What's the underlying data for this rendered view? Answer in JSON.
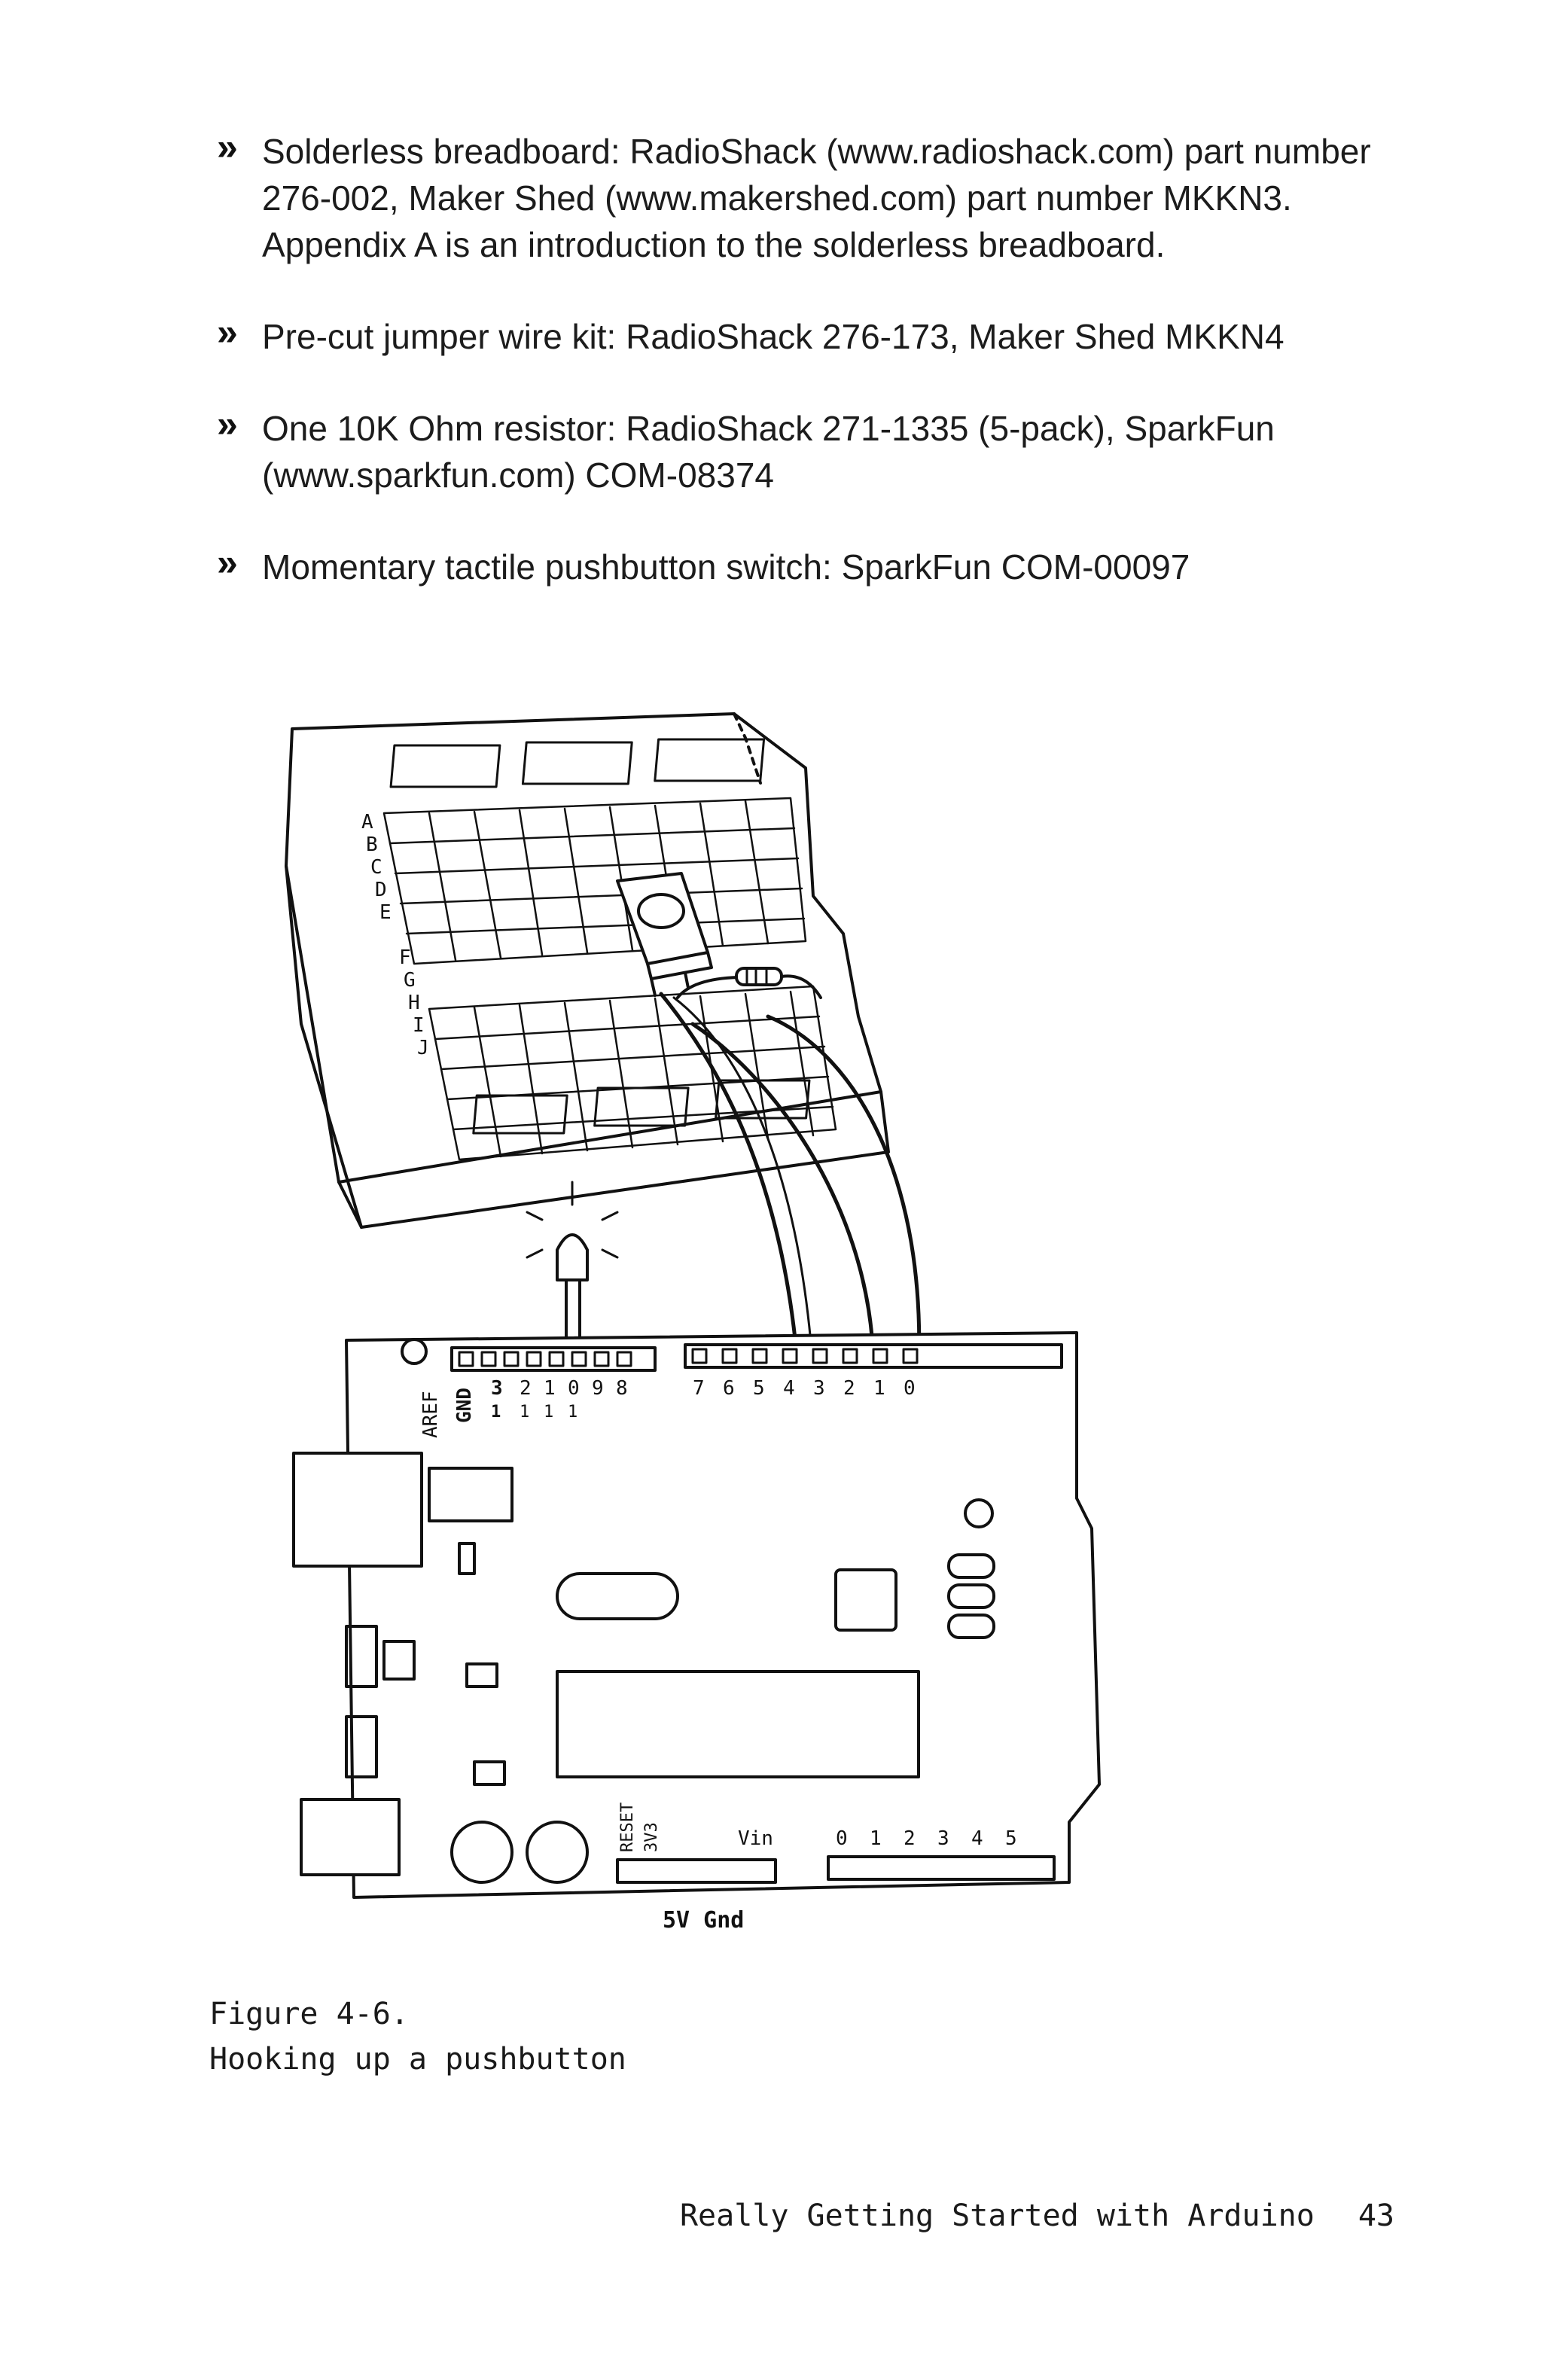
{
  "bullets": [
    {
      "marker": "»",
      "text": "Solderless breadboard: RadioShack (www.radioshack.com) part number 276-002, Maker Shed (www.makershed.com) part number MKKN3. Appendix A is an introduction to the solderless breadboard."
    },
    {
      "marker": "»",
      "text": "Pre-cut jumper wire kit: RadioShack 276-173, Maker Shed MKKN4"
    },
    {
      "marker": "»",
      "text": "One 10K Ohm resistor: RadioShack 271-1335 (5-pack), SparkFun (www.sparkfun.com) COM-08374"
    },
    {
      "marker": "»",
      "text": "Momentary tactile pushbutton switch: SparkFun COM-00097"
    }
  ],
  "figure": {
    "number": "Figure 4-6.",
    "caption": "Hooking up a pushbutton",
    "illustration_labels": {
      "breadboard_rows_top": [
        "A",
        "B",
        "C",
        "D",
        "E"
      ],
      "breadboard_rows_bottom": [
        "F",
        "G",
        "H",
        "I",
        "J"
      ],
      "aref": "AREF",
      "gnd": "GND",
      "digital_pins_high": [
        "3",
        "2",
        "1",
        "0",
        "9",
        "8"
      ],
      "digital_pins_high_prefix": [
        "1",
        "1",
        "1",
        "1"
      ],
      "digital_pins_low": [
        "7",
        "6",
        "5",
        "4",
        "3",
        "2",
        "1",
        "0"
      ],
      "reset": "RESET",
      "v33": "3V3",
      "vin": "Vin",
      "analog_pins": [
        "0",
        "1",
        "2",
        "3",
        "4",
        "5"
      ],
      "power_bottom": "5V Gnd"
    }
  },
  "footer": {
    "book_title": "Really Getting Started with Arduino",
    "page_number": "43"
  }
}
